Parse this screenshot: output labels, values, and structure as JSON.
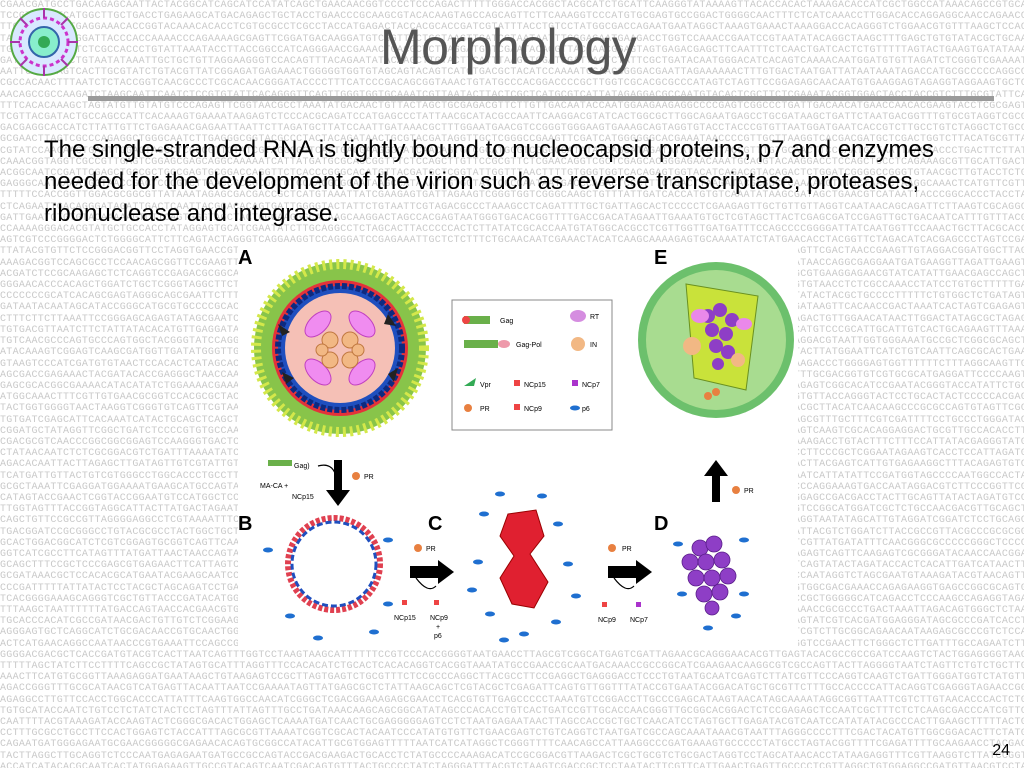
{
  "slide": {
    "title": "Morphology",
    "body": "The single-stranded RNA is tightly bound to nucleocapsid proteins, p7 and enzymes needed for the development of the virion such as reverse transcriptase, proteases, ribonuclease and integrase.",
    "page_number": "24"
  },
  "figure": {
    "panels": {
      "a": "A",
      "b": "B",
      "c": "C",
      "d": "D",
      "e": "E"
    },
    "legend": {
      "gag": "Gag",
      "gag_pol": "Gag-Pol",
      "rt": "RT",
      "in": "IN",
      "vpr": "Vpr",
      "ncp15": "NCp15",
      "ncp7": "NCp7",
      "pr": "PR",
      "ncp9": "NCp9",
      "p6": "p6"
    },
    "annotations": {
      "gag": "Gag)",
      "ma_ca": "MA-CA +",
      "ncp15_top": "NCp15",
      "pr_top": "PR",
      "pr_bc": "PR",
      "ncp15_bc": "NCp15",
      "ncp9_bc": "NCp9",
      "plus_bc": "+",
      "p6_bc": "p6",
      "pr_cd": "PR",
      "ncp9_cd": "NCp9",
      "ncp7_cd": "NCp7",
      "pr_de": "PR"
    }
  }
}
